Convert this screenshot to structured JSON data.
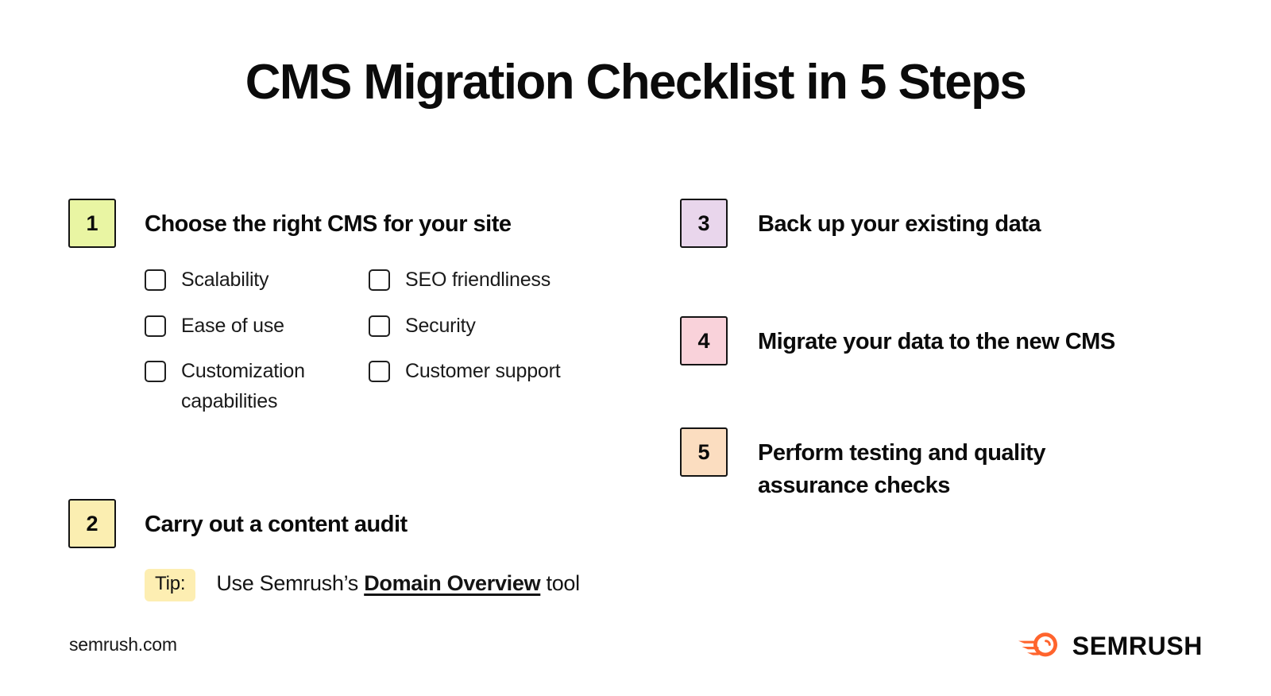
{
  "page": {
    "title": "CMS Migration Checklist in 5 Steps",
    "background": "#ffffff"
  },
  "steps_left": [
    {
      "number": "1",
      "badge_color": "#e9f5a3",
      "title": "Choose the right CMS for your site",
      "checkboxes": [
        "Scalability",
        "SEO friendliness",
        "Ease of use",
        "Security",
        "Customization capabilities",
        "Customer support"
      ]
    },
    {
      "number": "2",
      "badge_color": "#fbeeb1",
      "title": "Carry out a content audit",
      "tip": {
        "label": "Tip:",
        "badge_color": "#fdeeb2",
        "text_before": "Use Semrush’s ",
        "link_text": "Domain Overview",
        "text_after": " tool"
      }
    }
  ],
  "steps_right": [
    {
      "number": "3",
      "badge_color": "#e9d6ec",
      "title": "Back up your existing data"
    },
    {
      "number": "4",
      "badge_color": "#f9d2da",
      "title": "Migrate your data to the new CMS"
    },
    {
      "number": "5",
      "badge_color": "#fbddc0",
      "title": "Perform testing and quality assurance checks"
    }
  ],
  "footer": {
    "url": "semrush.com",
    "logo_wordmark": "SEMRUSH",
    "logo_color": "#ff642d",
    "logo_icon": "semrush-comet-icon"
  }
}
